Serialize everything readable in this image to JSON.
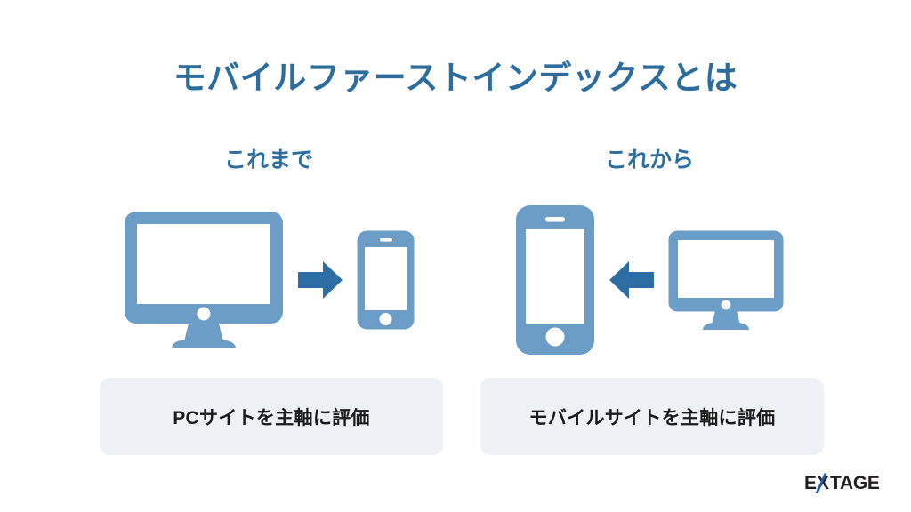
{
  "slide": {
    "title": "モバイルファーストインデックスとは",
    "background_color": "#ffffff"
  },
  "theme": {
    "title_color": "#2d6d9e",
    "device_color": "#6b9dc6",
    "arrow_color": "#2e6da4",
    "caption_bg": "#eef1f5",
    "caption_text_color": "#1b1b1b",
    "logo_text_color": "#231f20",
    "logo_accent_color": "#1f5fae"
  },
  "columns": [
    {
      "id": "before",
      "label": "これまで",
      "primary_device": "desktop-monitor-icon",
      "arrow": "arrow-right-icon",
      "secondary_device": "smartphone-icon",
      "caption": "PCサイトを主軸に評価"
    },
    {
      "id": "after",
      "label": "これから",
      "primary_device": "smartphone-icon",
      "arrow": "arrow-left-icon",
      "secondary_device": "desktop-monitor-icon",
      "caption": "モバイルサイトを主軸に評価"
    }
  ],
  "logo": {
    "text": "EXTAGE",
    "part_before": "E",
    "part_x": "X",
    "part_after": "TAGE"
  }
}
